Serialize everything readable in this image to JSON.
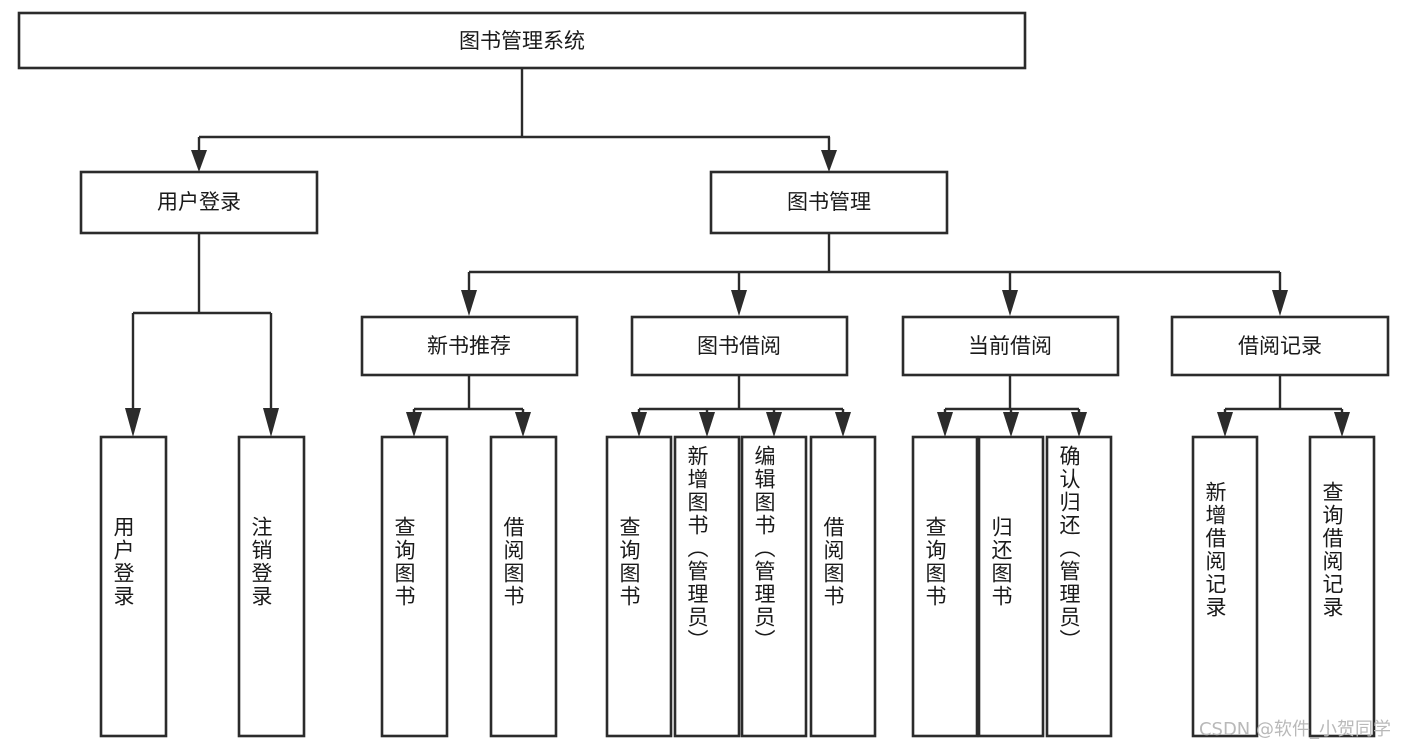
{
  "diagram": {
    "type": "tree",
    "title": "图书管理系统",
    "root": {
      "id": "root",
      "label": "图书管理系统"
    },
    "level2": [
      {
        "id": "user-login",
        "label": "用户登录"
      },
      {
        "id": "book-manage",
        "label": "图书管理"
      }
    ],
    "level3": [
      {
        "id": "new-book-recommend",
        "label": "新书推荐",
        "parent": "book-manage"
      },
      {
        "id": "book-borrow",
        "label": "图书借阅",
        "parent": "book-manage"
      },
      {
        "id": "current-borrow",
        "label": "当前借阅",
        "parent": "book-manage"
      },
      {
        "id": "borrow-record",
        "label": "借阅记录",
        "parent": "book-manage"
      }
    ],
    "leaves": [
      {
        "id": "leaf-user-login",
        "label": "用户登录",
        "parent": "user-login"
      },
      {
        "id": "leaf-user-logout",
        "label": "注销登录",
        "parent": "user-login"
      },
      {
        "id": "leaf-query-book-1",
        "label": "查询图书",
        "parent": "new-book-recommend"
      },
      {
        "id": "leaf-borrow-book-1",
        "label": "借阅图书",
        "parent": "new-book-recommend"
      },
      {
        "id": "leaf-query-book-2",
        "label": "查询图书",
        "parent": "book-borrow"
      },
      {
        "id": "leaf-add-book",
        "label": "新增图书（管理员）",
        "parent": "book-borrow"
      },
      {
        "id": "leaf-edit-book",
        "label": "编辑图书（管理员）",
        "parent": "book-borrow"
      },
      {
        "id": "leaf-borrow-book-2",
        "label": "借阅图书",
        "parent": "book-borrow"
      },
      {
        "id": "leaf-query-book-3",
        "label": "查询图书",
        "parent": "current-borrow"
      },
      {
        "id": "leaf-return-book",
        "label": "归还图书",
        "parent": "current-borrow"
      },
      {
        "id": "leaf-confirm-return",
        "label": "确认归还（管理员）",
        "parent": "current-borrow"
      },
      {
        "id": "leaf-add-record",
        "label": "新增借阅记录",
        "parent": "borrow-record"
      },
      {
        "id": "leaf-query-record",
        "label": "查询借阅记录",
        "parent": "borrow-record"
      }
    ],
    "colors": {
      "stroke": "#2b2b2b",
      "fill": "#ffffff",
      "text": "#1a1a1a",
      "watermark": "#b9b9b9"
    }
  },
  "watermark": {
    "text": "CSDN @软件_小贺同学"
  }
}
